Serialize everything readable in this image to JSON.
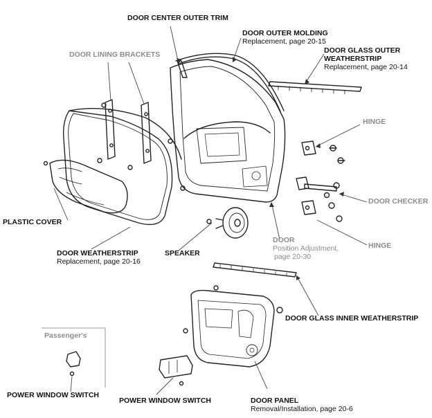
{
  "labels": {
    "door_center_outer_trim": {
      "title": "DOOR CENTER OUTER TRIM"
    },
    "door_outer_molding": {
      "title": "DOOR OUTER MOLDING",
      "sub": "Replacement, page 20-15"
    },
    "door_lining_brackets": {
      "title": "DOOR LINING BRACKETS"
    },
    "door_glass_outer_weatherstrip": {
      "title_line1": "DOOR GLASS OUTER",
      "title_line2": "WEATHERSTRIP",
      "sub": "Replacement, page 20-14"
    },
    "hinge_upper": {
      "title": "HINGE"
    },
    "door_checker": {
      "title": "DOOR CHECKER"
    },
    "plastic_cover": {
      "title": "PLASTIC COVER"
    },
    "door": {
      "title": "DOOR",
      "sub1": "Position Adjustment,",
      "sub2": "page 20-30"
    },
    "hinge_lower": {
      "title": "HINGE"
    },
    "door_weatherstrip": {
      "title": "DOOR WEATHERSTRIP",
      "sub": "Replacement, page 20-16"
    },
    "speaker": {
      "title": "SPEAKER"
    },
    "door_glass_inner_weatherstrip": {
      "title": "DOOR GLASS INNER WEATHERSTRIP"
    },
    "passengers": {
      "title": "Passenger's"
    },
    "power_window_switch_left": {
      "title": "POWER WINDOW SWITCH"
    },
    "power_window_switch_center": {
      "title": "POWER WINDOW SWITCH"
    },
    "door_panel": {
      "title": "DOOR PANEL",
      "sub": "Removal/Installation, page 20-6"
    }
  }
}
